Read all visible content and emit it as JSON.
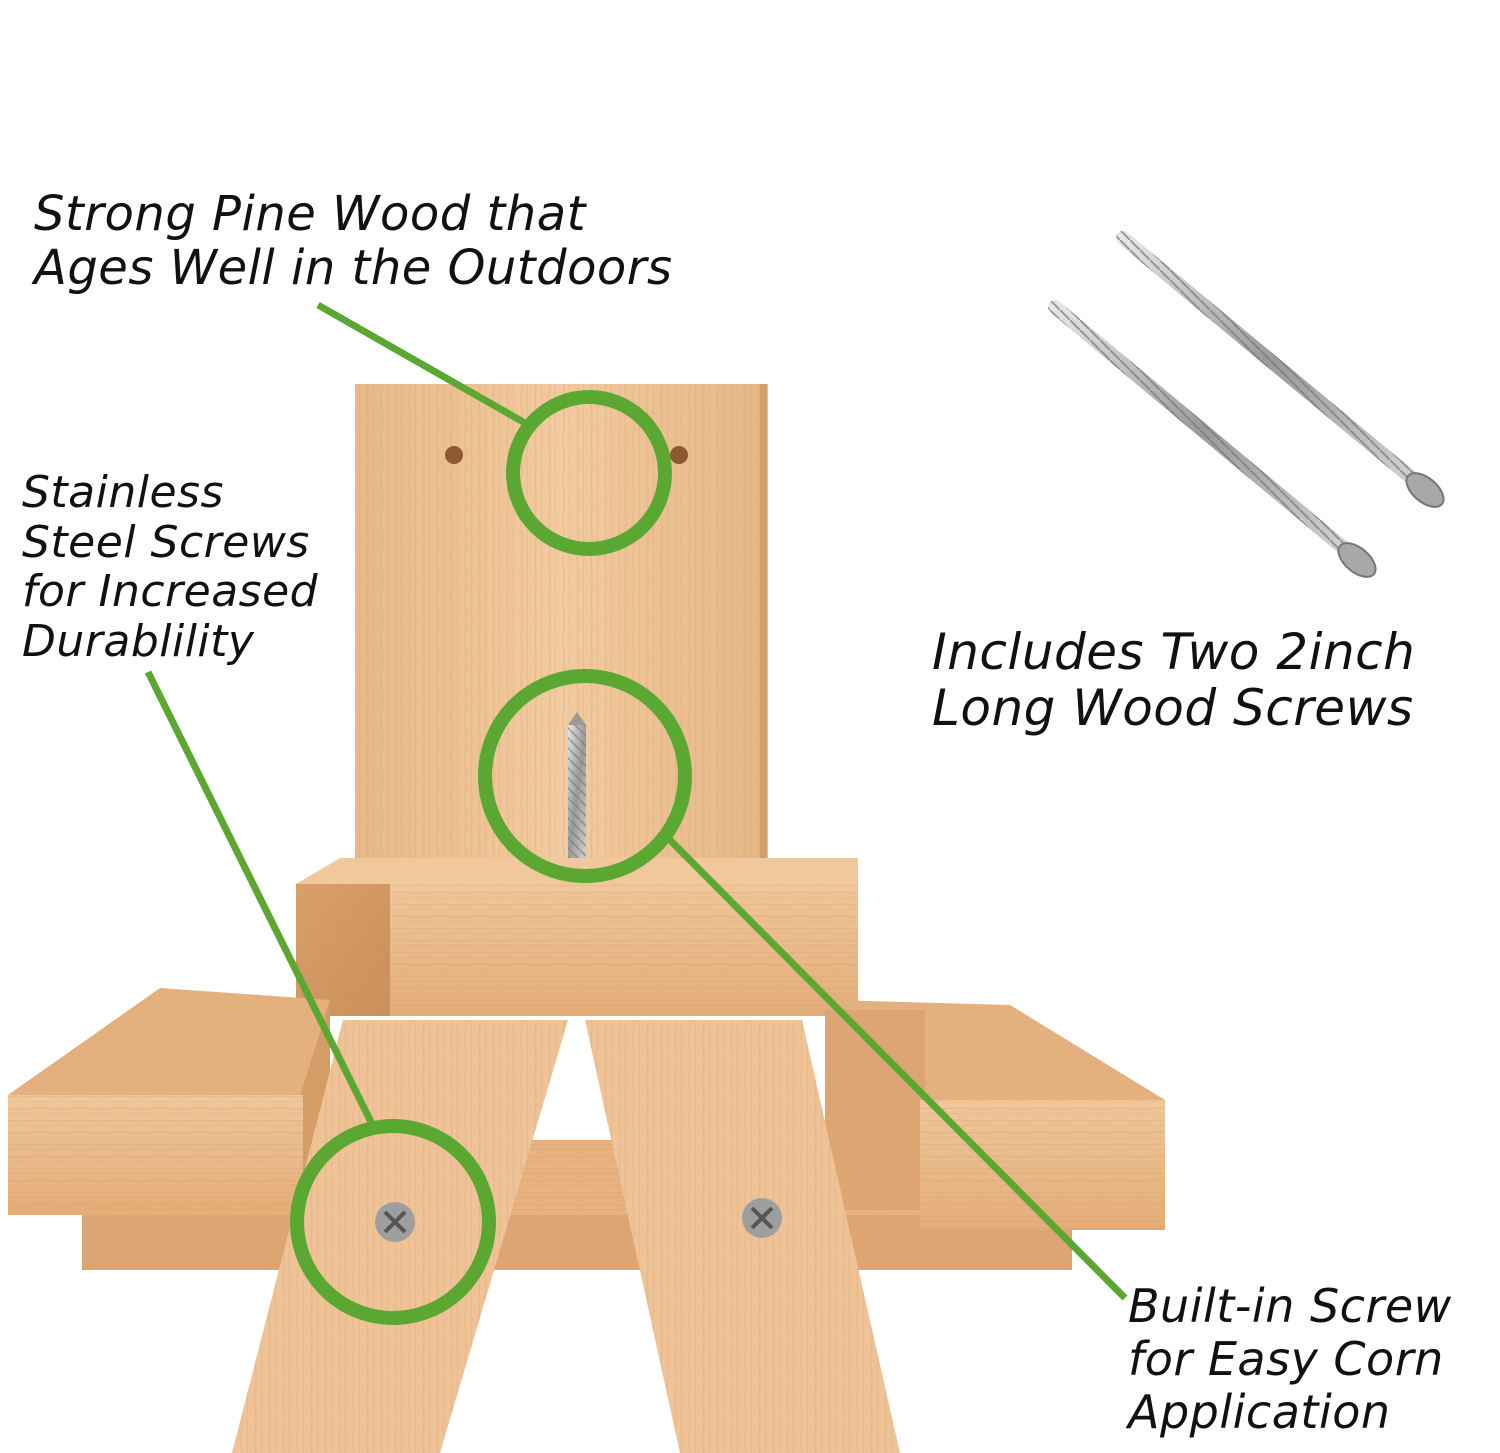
{
  "callouts": {
    "pine_wood": {
      "line1": "Strong Pine Wood that",
      "line2": "Ages Well in the Outdoors"
    },
    "steel_screws": {
      "line1": "Stainless",
      "line2": "Steel Screws",
      "line3": "for Increased",
      "line4": "Durablility"
    },
    "includes_screws": {
      "line1": "Includes Two 2inch",
      "line2": "Long Wood Screws"
    },
    "built_in_screw": {
      "line1": "Built-in Screw",
      "line2": "for Easy Corn",
      "line3": "Application"
    }
  },
  "colors": {
    "highlight_green": "#5aa832",
    "wood_light": "#efc69a",
    "wood_mid": "#e3b07e",
    "wood_dark": "#c98f5c",
    "steel": "#b8b8b8",
    "text": "#111111"
  },
  "icons": {
    "screw": "wood-screw-icon",
    "callout_ring": "highlight-circle-icon"
  }
}
